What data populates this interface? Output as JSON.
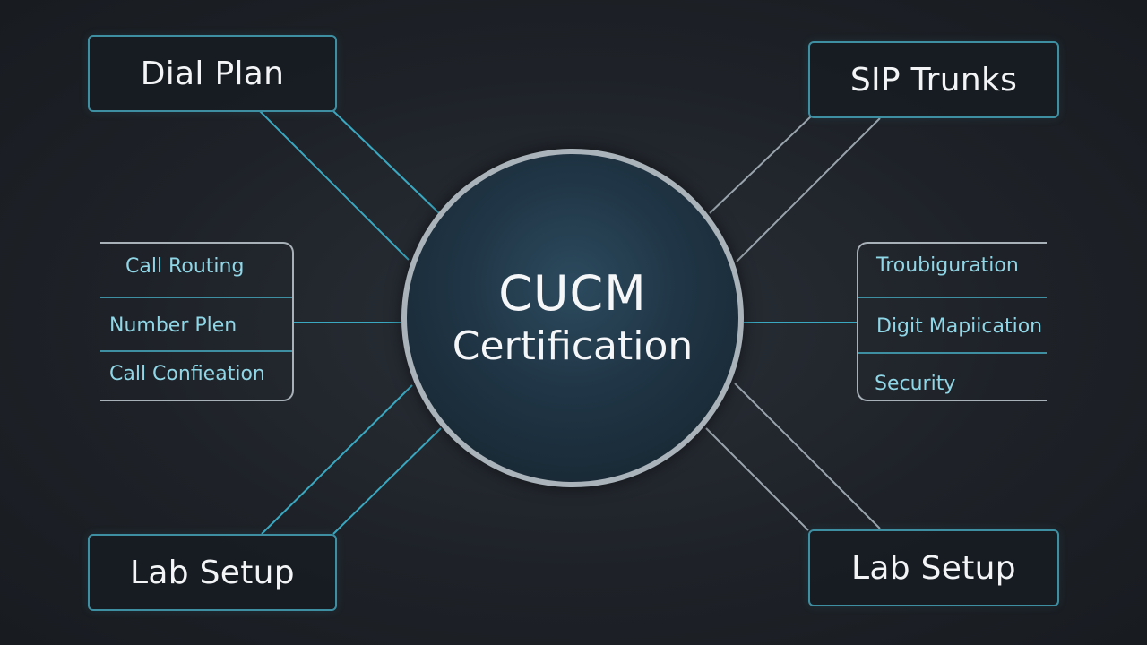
{
  "diagram": {
    "center": {
      "title": "CUCM",
      "subtitle": "Certification"
    },
    "nodes": {
      "top_left": "Dial Plan",
      "top_right": "SIP Trunks",
      "bottom_left": "Lab Setup",
      "bottom_right": "Lab Setup"
    },
    "left_group": [
      "Call Routing",
      "Number Plen",
      "Call Confieation"
    ],
    "right_group": [
      "Troubiguration",
      "Digit Mapiication",
      "Security"
    ],
    "colors": {
      "background": "#1e2228",
      "accent_line": "#3aa8c0",
      "box_border": "#3f8fa3",
      "hub_ring": "#aab3ba",
      "sub_text": "#8fd6e6",
      "main_text": "#f2f4f6"
    }
  }
}
